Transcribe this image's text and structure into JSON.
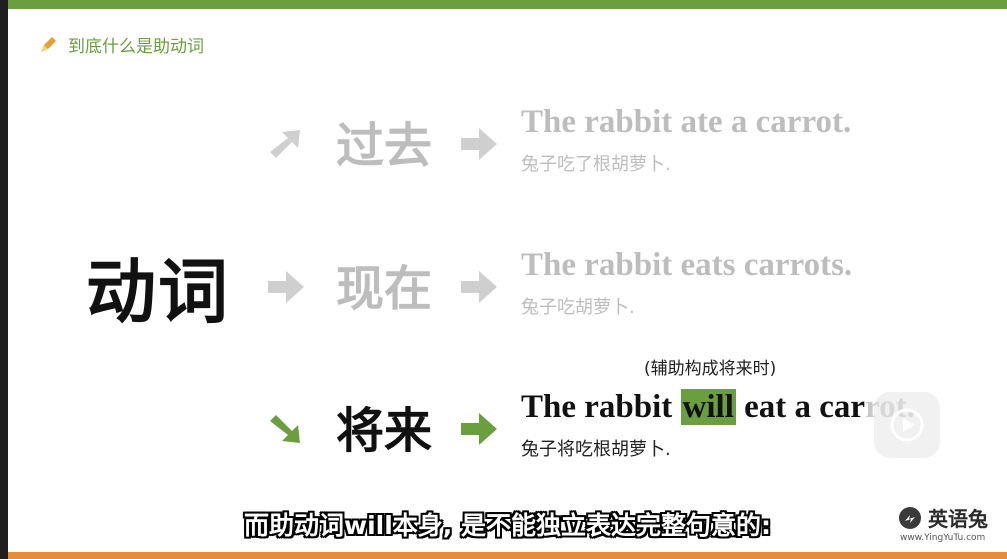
{
  "header": {
    "title": "到底什么是助动词",
    "icon": "pencil-icon"
  },
  "main_verb": "动词",
  "rows": [
    {
      "tense": "过去",
      "en": "The rabbit ate a carrot.",
      "zh": "兔子吃了根胡萝卜.",
      "state": "faded"
    },
    {
      "tense": "现在",
      "en": "The rabbit eats carrots.",
      "zh": "兔子吃胡萝卜.",
      "state": "faded"
    },
    {
      "tense": "将来",
      "en_before": "The rabbit ",
      "en_highlight": "will",
      "en_after": " eat a car",
      "en_ghost": "rot.",
      "zh": "兔子将吃根胡萝卜.",
      "state": "active"
    }
  ],
  "note": "(辅助构成将来时)",
  "subtitle": "而助动词will本身, 是不能独立表达完整句意的:",
  "logo": {
    "name": "英语兔",
    "url": "www.YingYuTu.com"
  },
  "colors": {
    "green": "#6a9e3e",
    "orange": "#e38e3b",
    "faded": "#bdbdbd"
  }
}
